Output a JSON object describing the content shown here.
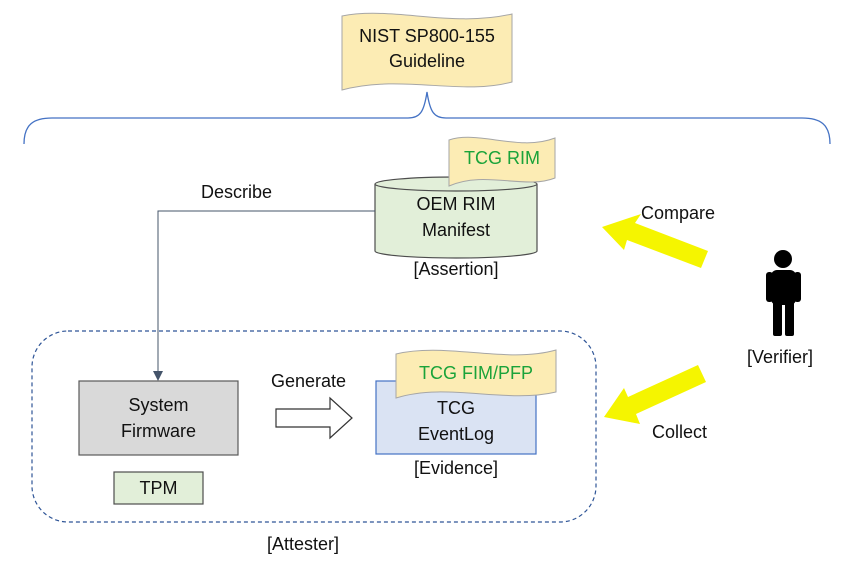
{
  "nist": {
    "line1": "NIST SP800-155",
    "line2": "Guideline"
  },
  "tcg_rim": "TCG RIM",
  "rim": {
    "line1": "OEM RIM",
    "line2": "Manifest",
    "role": "[Assertion]"
  },
  "describe": "Describe",
  "compare": "Compare",
  "collect": "Collect",
  "verifier": "[Verifier]",
  "firmware": {
    "line1": "System",
    "line2": "Firmware"
  },
  "tpm": "TPM",
  "generate": "Generate",
  "tcg_fim": "TCG FIM/PFP",
  "eventlog": {
    "line1": "TCG",
    "line2": "EventLog",
    "role": "[Evidence]"
  },
  "attester": "[Attester]",
  "colors": {
    "note_fill": "#fcecb4",
    "rim_fill": "#e2efd9",
    "eventlog_fill": "#dae3f3",
    "firmware_fill": "#d9d9d9",
    "arrow_yellow": "#f5f500",
    "label_green": "#1aa33a",
    "line_blue": "#2f5597"
  }
}
